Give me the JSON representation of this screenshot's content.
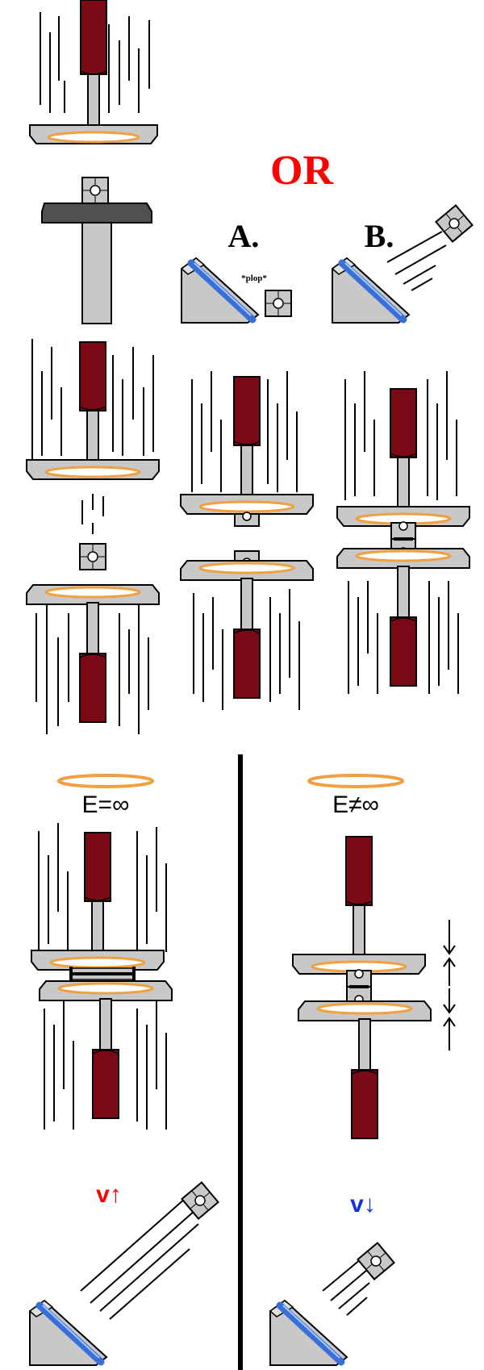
{
  "labels": {
    "or": "OR",
    "option_a": "A.",
    "option_b": "B.",
    "plop": "*plop*",
    "energy_infinite": "E=∞",
    "energy_finite": "E≠∞",
    "velocity_up": "v↑",
    "velocity_down": "v↓"
  },
  "colors": {
    "piston_red": "#7b0a16",
    "metal_gray": "#c8c8c8",
    "dark_plate": "#505050",
    "portal_orange": "#f0a040",
    "portal_blue": "#3a6fd8",
    "label_red": "#ff0000",
    "label_blue": "#1530e0",
    "line_black": "#000000"
  },
  "icons": [
    "piston-icon",
    "portal-ring-icon",
    "cube-icon",
    "ramp-icon",
    "motion-lines-icon",
    "arrow-icon"
  ]
}
